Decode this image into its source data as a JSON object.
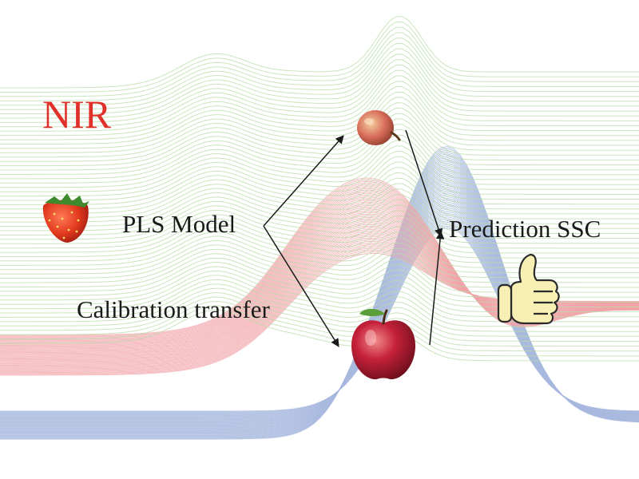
{
  "labels": {
    "nir": "NIR",
    "pls_model": "PLS Model",
    "calibration_transfer": "Calibration transfer",
    "prediction": "Prediction SSC"
  },
  "colors": {
    "nir_text": "#e0302a",
    "green_spectra": "#b7dca7",
    "red_spectra": "#f2a3a8",
    "blue_spectra": "#a9b9de",
    "arrow": "#1a1a1a"
  },
  "icons": [
    "strawberry-icon",
    "pear-icon",
    "apple-icon",
    "thumbs-up-icon"
  ]
}
